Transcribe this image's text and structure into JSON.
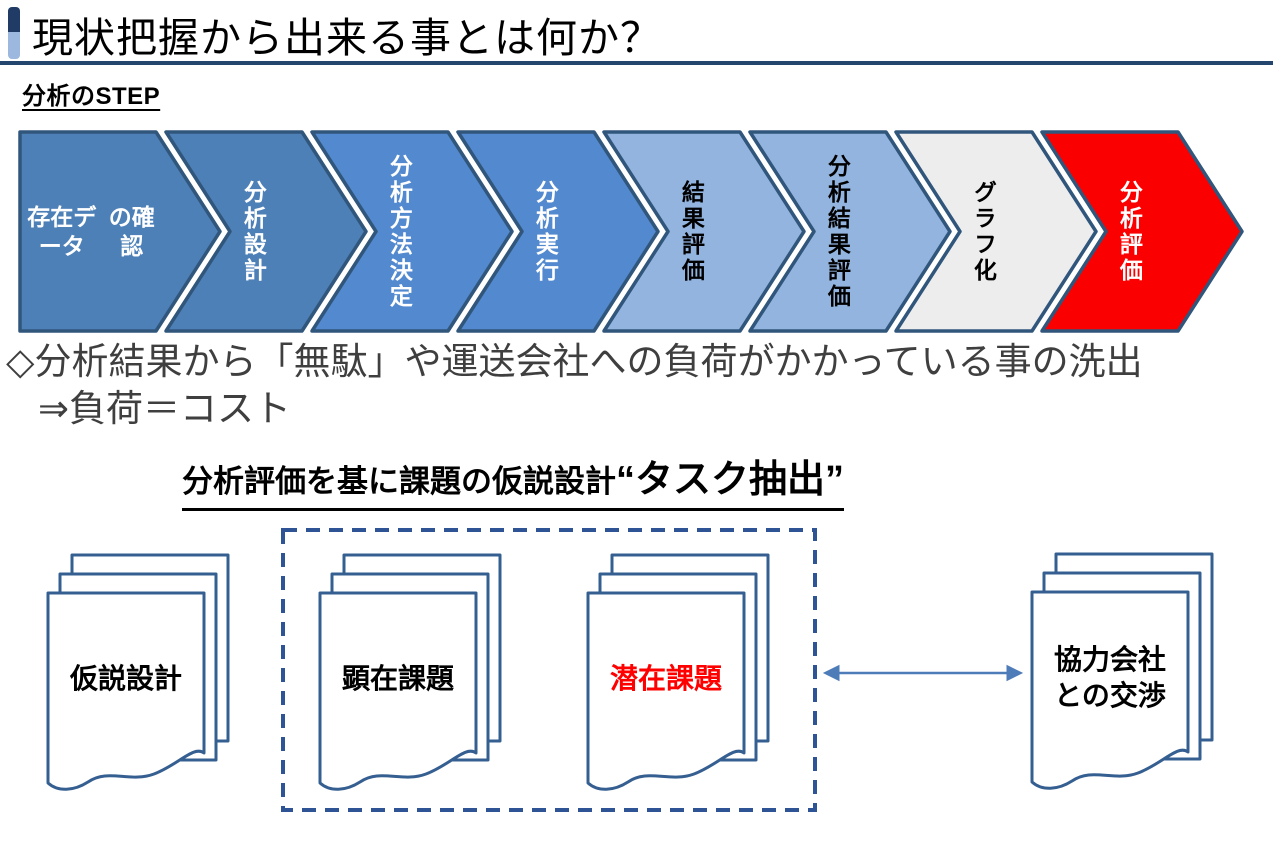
{
  "slide": {
    "title": "現状把握から出来る事とは何か？",
    "section_label": "分析のSTEP",
    "finding_line1": "◇分析結果から「無駄」や運送会社への負荷がかかっている事の洗出",
    "finding_line2": "⇒負荷＝コスト",
    "subheading_prefix": "分析評価を基に課題の仮説設計",
    "subheading_emphasis": "“タスク抽出”"
  },
  "colors": {
    "accent_bar_top": "#1F3B66",
    "accent_bar_bottom": "#9CB8DE",
    "title_rule": "#24466E",
    "body_text": "#3F3F3F",
    "chevron_stroke": "#31567C",
    "doc_stroke": "#365F91",
    "doc_fill": "#FFFFFF",
    "dashed_box": "#2F5496",
    "arrow": "#4E7CB8",
    "highlight_red": "#FF0000"
  },
  "process_steps": [
    {
      "label": "存在データの確認",
      "lines": [
        "存在データ",
        "の確認"
      ],
      "orientation": "horizontal",
      "fill": "#4E80B8",
      "text_color": "#FFFFFF"
    },
    {
      "label": "分析設計",
      "orientation": "vertical",
      "fill": "#4E80B8",
      "text_color": "#FFFFFF"
    },
    {
      "label": "分析方法決定",
      "orientation": "vertical",
      "fill": "#5389CE",
      "text_color": "#FFFFFF"
    },
    {
      "label": "分析実行",
      "orientation": "vertical",
      "fill": "#5389CE",
      "text_color": "#FFFFFF"
    },
    {
      "label": "結果評価",
      "orientation": "vertical",
      "fill": "#93B4DF",
      "text_color": "#000000"
    },
    {
      "label": "分析結果評価",
      "orientation": "vertical",
      "fill": "#93B4DF",
      "text_color": "#000000"
    },
    {
      "label": "グラフ化",
      "orientation": "vertical",
      "fill": "#EDEDEE",
      "text_color": "#000000"
    },
    {
      "label": "分析評価",
      "orientation": "vertical",
      "fill": "#FA0000",
      "text_color": "#FFFFFF"
    }
  ],
  "documents": [
    {
      "label": "仮説設計",
      "lines": [
        "仮説設計"
      ],
      "text_color": "#000000",
      "in_dashed_box": false
    },
    {
      "label": "顕在課題",
      "lines": [
        "顕在課題"
      ],
      "text_color": "#000000",
      "in_dashed_box": true
    },
    {
      "label": "潜在課題",
      "lines": [
        "潜在課題"
      ],
      "text_color": "#FF0000",
      "in_dashed_box": true
    },
    {
      "label": "協力会社との交渉",
      "lines": [
        "協力会社",
        "との交渉"
      ],
      "text_color": "#000000",
      "in_dashed_box": false
    }
  ],
  "connector": {
    "type": "double-headed-arrow"
  }
}
